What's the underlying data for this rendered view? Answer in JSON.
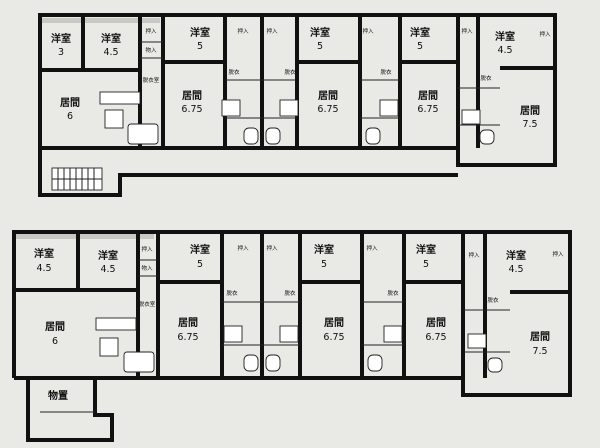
{
  "plan": {
    "floors": [
      {
        "id": "upper",
        "rooms": [
          {
            "id": "u-r1",
            "name": "洋室",
            "size": "3"
          },
          {
            "id": "u-r2",
            "name": "洋室",
            "size": "4.5"
          },
          {
            "id": "u-r3",
            "name": "居間",
            "size": "6"
          },
          {
            "id": "u-r4",
            "name": "洋室",
            "size": "5"
          },
          {
            "id": "u-r5",
            "name": "居間",
            "size": "6.75"
          },
          {
            "id": "u-r6",
            "name": "洋室",
            "size": "5"
          },
          {
            "id": "u-r7",
            "name": "居間",
            "size": "6.75"
          },
          {
            "id": "u-r8",
            "name": "洋室",
            "size": "5"
          },
          {
            "id": "u-r9",
            "name": "居間",
            "size": "6.75"
          },
          {
            "id": "u-r10",
            "name": "洋室",
            "size": "4.5"
          },
          {
            "id": "u-r11",
            "name": "居間",
            "size": "7.5"
          }
        ],
        "small_labels": [
          {
            "id": "u-s1",
            "text": "押入"
          },
          {
            "id": "u-s2",
            "text": "物入"
          },
          {
            "id": "u-s3",
            "text": "脱衣室"
          },
          {
            "id": "u-s4",
            "text": "押入"
          },
          {
            "id": "u-s5",
            "text": "押入"
          },
          {
            "id": "u-s6",
            "text": "脱衣"
          },
          {
            "id": "u-s7",
            "text": "脱衣"
          },
          {
            "id": "u-s8",
            "text": "押入"
          },
          {
            "id": "u-s9",
            "text": "脱衣"
          },
          {
            "id": "u-s10",
            "text": "押入"
          },
          {
            "id": "u-s11",
            "text": "押入"
          },
          {
            "id": "u-s12",
            "text": "脱衣"
          }
        ]
      },
      {
        "id": "lower",
        "rooms": [
          {
            "id": "l-r1",
            "name": "洋室",
            "size": "4.5"
          },
          {
            "id": "l-r2",
            "name": "洋室",
            "size": "4.5"
          },
          {
            "id": "l-r3",
            "name": "居間",
            "size": "6"
          },
          {
            "id": "l-r4",
            "name": "洋室",
            "size": "5"
          },
          {
            "id": "l-r5",
            "name": "居間",
            "size": "6.75"
          },
          {
            "id": "l-r6",
            "name": "洋室",
            "size": "5"
          },
          {
            "id": "l-r7",
            "name": "居間",
            "size": "6.75"
          },
          {
            "id": "l-r8",
            "name": "洋室",
            "size": "5"
          },
          {
            "id": "l-r9",
            "name": "居間",
            "size": "6.75"
          },
          {
            "id": "l-r10",
            "name": "洋室",
            "size": "4.5"
          },
          {
            "id": "l-r11",
            "name": "居間",
            "size": "7.5"
          },
          {
            "id": "l-r12",
            "name": "物置",
            "size": ""
          }
        ],
        "small_labels": [
          {
            "id": "l-s1",
            "text": "押入"
          },
          {
            "id": "l-s2",
            "text": "物入"
          },
          {
            "id": "l-s3",
            "text": "脱衣室"
          },
          {
            "id": "l-s4",
            "text": "押入"
          },
          {
            "id": "l-s5",
            "text": "押入"
          },
          {
            "id": "l-s6",
            "text": "脱衣"
          },
          {
            "id": "l-s7",
            "text": "脱衣"
          },
          {
            "id": "l-s8",
            "text": "押入"
          },
          {
            "id": "l-s9",
            "text": "脱衣"
          },
          {
            "id": "l-s10",
            "text": "押入"
          },
          {
            "id": "l-s11",
            "text": "押入"
          },
          {
            "id": "l-s12",
            "text": "脱衣"
          }
        ]
      }
    ]
  }
}
